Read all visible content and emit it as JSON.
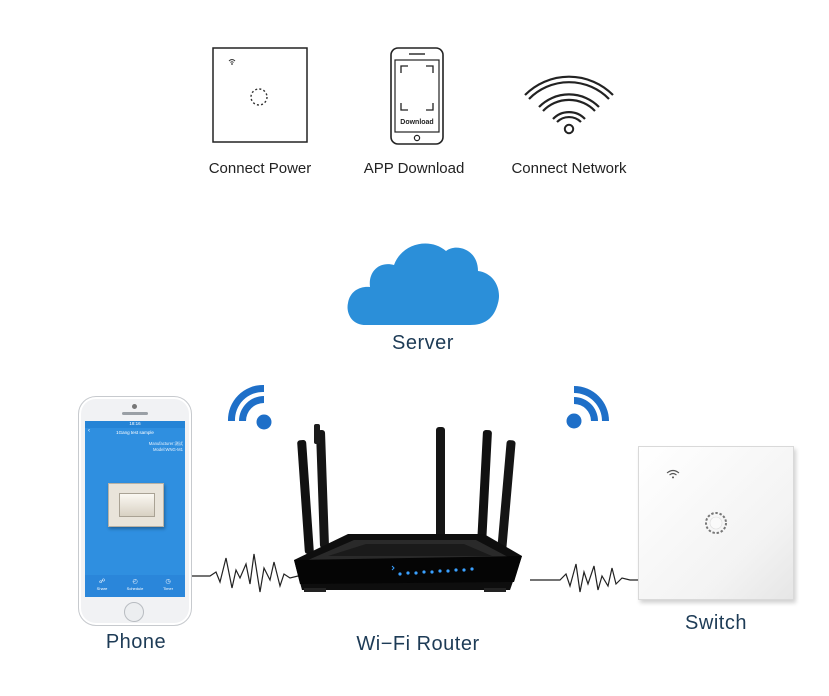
{
  "steps": [
    {
      "label": "Connect Power",
      "icon": "switch-panel-icon"
    },
    {
      "label": "APP Download",
      "icon": "phone-download-icon"
    },
    {
      "label": "Connect Network",
      "icon": "wifi-icon"
    }
  ],
  "phone_icon_text": "Download",
  "diagram": {
    "server_label": "Server",
    "phone_label": "Phone",
    "router_label": "Wi−Fi Router",
    "switch_label": "Switch"
  },
  "phone_screen": {
    "status_time": "18:16",
    "header_title": "1Gang test sample",
    "info_line1": "Manufacturer:测试",
    "info_line2": "Model:WNG-M1",
    "tabs": [
      "Share",
      "Schedule",
      "Timer"
    ]
  },
  "colors": {
    "cloud_blue": "#2b8fd9",
    "wifi_blue": "#1e6fc8",
    "app_blue": "#2f8fe0",
    "label_navy": "#1d3b56",
    "router_black": "#111111",
    "router_led": "#3aa0ff"
  }
}
